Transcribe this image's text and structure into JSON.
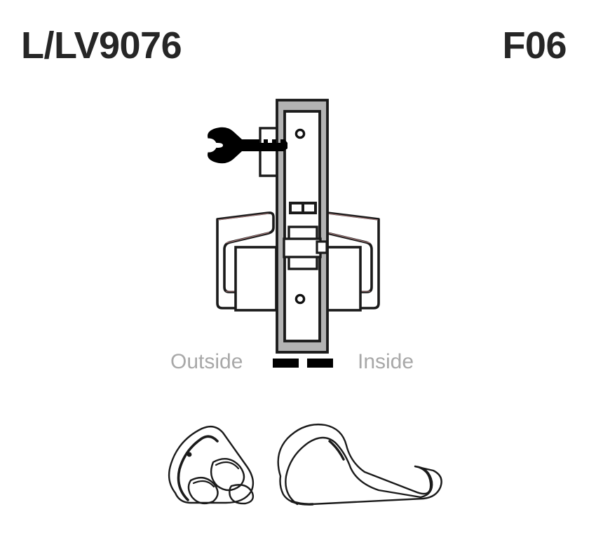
{
  "header": {
    "model_code": "L/LV9076",
    "function_code": "F06"
  },
  "diagram": {
    "title": "mortise-lock-cross-section",
    "orientation": {
      "outside_label": "Outside",
      "inside_label": "Inside",
      "door_marks": 2
    },
    "components": [
      {
        "name": "key",
        "description": "key inserted into cylinder from outside"
      },
      {
        "name": "cylinder",
        "description": "keyed cylinder collar on outside face"
      },
      {
        "name": "lock-body",
        "description": "mortise lock case, gray housing"
      },
      {
        "name": "faceplate",
        "description": "white inner faceplate"
      },
      {
        "name": "screw-hole-top",
        "description": "upper mounting screw hole"
      },
      {
        "name": "screw-hole-bottom",
        "description": "lower mounting screw hole"
      },
      {
        "name": "deadbolt",
        "description": "deadbolt indicator window"
      },
      {
        "name": "latchbolt",
        "description": "latch bolt assembly"
      },
      {
        "name": "lever-outside",
        "description": "outside lever handle"
      },
      {
        "name": "lever-inside",
        "description": "inside lever handle"
      },
      {
        "name": "rose-outside",
        "description": "outside rose plate"
      },
      {
        "name": "rose-inside",
        "description": "inside rose plate"
      }
    ]
  },
  "renderings": {
    "escutcheon": {
      "name": "escutcheon-rose",
      "description": "rose trim shown in perspective"
    },
    "lever": {
      "name": "lever-handle",
      "description": "lever handle shown in perspective"
    }
  },
  "colors": {
    "text_dark": "#262626",
    "label_gray": "#a8a8a8",
    "body_gray": "#b3b3b3",
    "outline": "#1a1a1a",
    "fill_white": "#ffffff",
    "key_black": "#000000"
  }
}
